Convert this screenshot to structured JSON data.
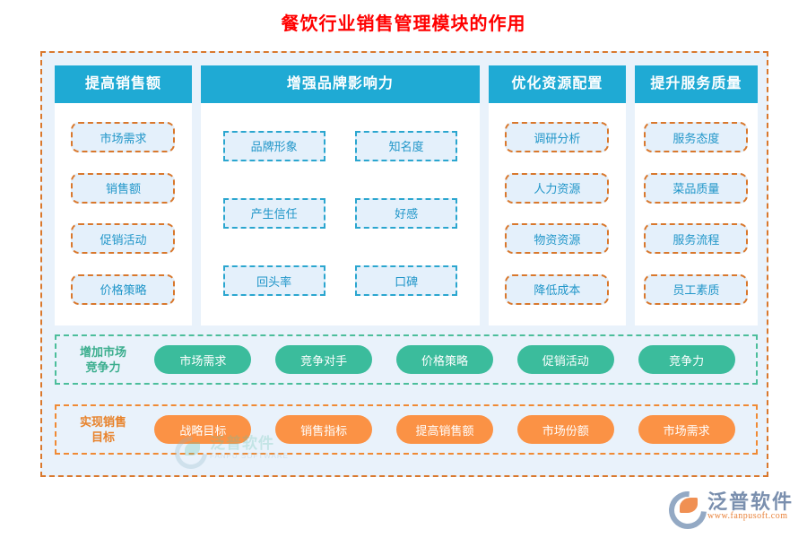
{
  "title": "餐饮行业销售管理模块的作用",
  "colors": {
    "title": "#FF0000",
    "header_blue": "#1FAAD4",
    "chip_fill": "#E4F0FB",
    "chip_text": "#2196C9",
    "orange_dash": "#D9782D",
    "teal_dash": "#2BA6CF",
    "green_pill": "#3BBC9C",
    "orange_pill": "#FB9245",
    "panel_bg": "#E9F2FB"
  },
  "columns": [
    {
      "header": "提高销售额",
      "style": "orange",
      "layout": "single",
      "items": [
        "市场需求",
        "销售额",
        "促销活动",
        "价格策略"
      ]
    },
    {
      "header": "增强品牌影响力",
      "style": "teal",
      "layout": "double",
      "left_items": [
        "品牌形象",
        "产生信任",
        "回头率"
      ],
      "right_items": [
        "知名度",
        "好感",
        "口碑"
      ]
    },
    {
      "header": "优化资源配置",
      "style": "orange",
      "layout": "single",
      "items": [
        "调研分析",
        "人力资源",
        "物资资源",
        "降低成本"
      ]
    },
    {
      "header": "提升服务质量",
      "style": "orange",
      "layout": "single",
      "items": [
        "服务态度",
        "菜品质量",
        "服务流程",
        "员工素质"
      ]
    }
  ],
  "bands": [
    {
      "label": "增加市场\n竞争力",
      "label_line1": "增加市场",
      "label_line2": "竞争力",
      "style": "green",
      "pills": [
        "市场需求",
        "竞争对手",
        "价格策略",
        "促销活动",
        "竞争力"
      ]
    },
    {
      "label_line1": "实现销售",
      "label_line2": "目标",
      "style": "orange",
      "pills": [
        "战略目标",
        "销售指标",
        "提高销售额",
        "市场份额",
        "市场需求"
      ]
    }
  ],
  "watermark": {
    "cn": "泛普软件",
    "en": "FANPU SOFTWARE"
  },
  "brand": {
    "cn": "泛普软件",
    "en": "www.fanpusoft.com"
  }
}
